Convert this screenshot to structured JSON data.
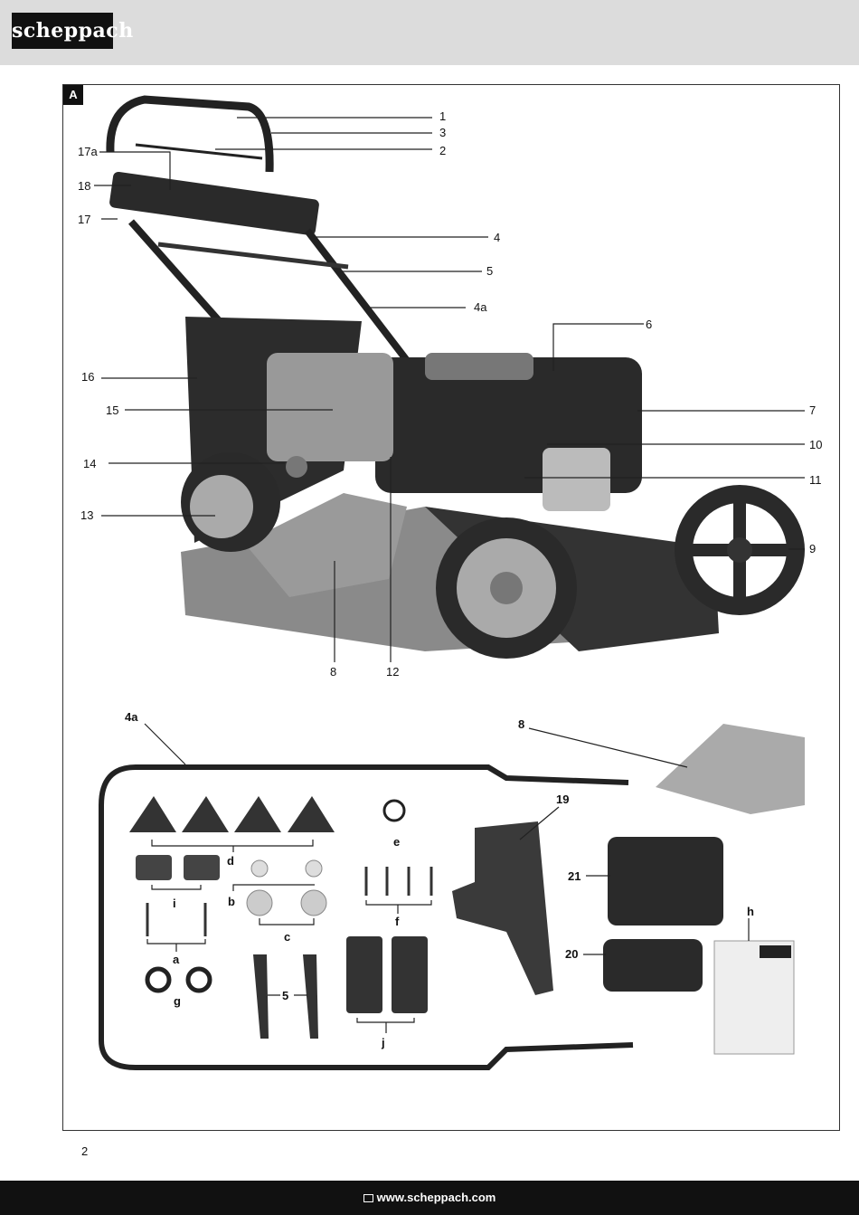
{
  "header": {
    "brand": "scheppach"
  },
  "figure": {
    "badge": "A",
    "callouts_top": [
      "1",
      "3",
      "2",
      "17a",
      "18",
      "17",
      "4",
      "5",
      "4a",
      "6",
      "16",
      "15",
      "7",
      "10",
      "14",
      "11",
      "13",
      "9",
      "8",
      "12"
    ],
    "callouts_parts": [
      "4a",
      "8",
      "19",
      "d",
      "e",
      "21",
      "i",
      "b",
      "f",
      "h",
      "c",
      "a",
      "20",
      "g",
      "5",
      "j"
    ]
  },
  "page_number": "2",
  "footer": {
    "url": "www.scheppach.com"
  }
}
